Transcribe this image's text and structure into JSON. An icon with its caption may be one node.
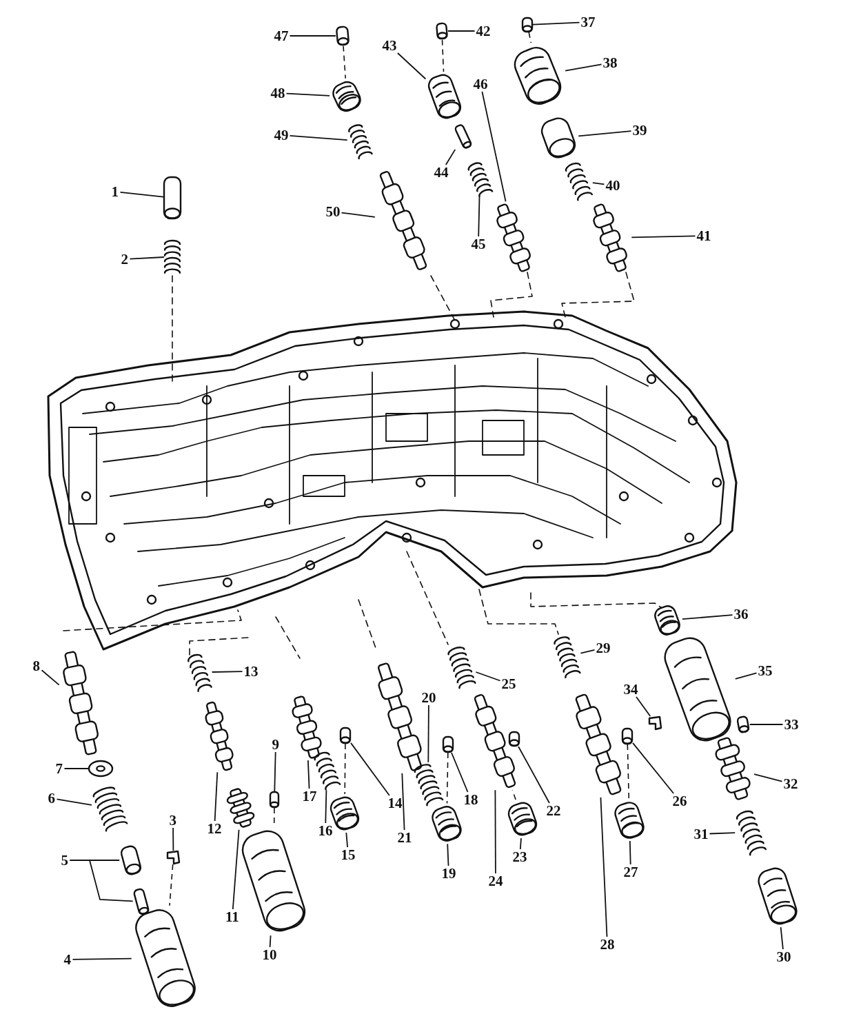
{
  "diagram": {
    "nodes": [
      {
        "text": [
          "1"
        ]
      },
      {
        "text": [
          "2"
        ]
      },
      {
        "text": [
          "3"
        ]
      },
      {
        "text": [
          "4"
        ]
      },
      {
        "text": [
          "5"
        ]
      },
      {
        "text": [
          "6"
        ]
      },
      {
        "text": [
          "7"
        ]
      },
      {
        "text": [
          "8"
        ]
      },
      {
        "text": [
          "9"
        ]
      },
      {
        "text": [
          "10"
        ]
      },
      {
        "text": [
          "11"
        ]
      },
      {
        "text": [
          "12"
        ]
      },
      {
        "text": [
          "13"
        ]
      },
      {
        "text": [
          "14"
        ]
      },
      {
        "text": [
          "15"
        ]
      },
      {
        "text": [
          "16"
        ]
      },
      {
        "text": [
          "17"
        ]
      },
      {
        "text": [
          "18"
        ]
      },
      {
        "text": [
          "19"
        ]
      },
      {
        "text": [
          "20"
        ]
      },
      {
        "text": [
          "21"
        ]
      },
      {
        "text": [
          "22"
        ]
      },
      {
        "text": [
          "23"
        ]
      },
      {
        "text": [
          "24"
        ]
      },
      {
        "text": [
          "25"
        ]
      },
      {
        "text": [
          "26"
        ]
      },
      {
        "text": [
          "27"
        ]
      },
      {
        "text": [
          "28"
        ]
      },
      {
        "text": [
          "29"
        ]
      },
      {
        "text": [
          "30"
        ]
      },
      {
        "text": [
          "31"
        ]
      },
      {
        "text": [
          "32"
        ]
      },
      {
        "text": [
          "33"
        ]
      },
      {
        "text": [
          "34"
        ]
      },
      {
        "text": [
          "35"
        ]
      },
      {
        "text": [
          "36"
        ]
      },
      {
        "text": [
          "37"
        ]
      },
      {
        "text": [
          "38"
        ]
      },
      {
        "text": [
          "39"
        ]
      },
      {
        "text": [
          "40"
        ]
      },
      {
        "text": [
          "41"
        ]
      },
      {
        "text": [
          "42"
        ]
      },
      {
        "text": [
          "43"
        ]
      },
      {
        "text": [
          "44"
        ]
      },
      {
        "text": [
          "45"
        ]
      },
      {
        "text": [
          "46"
        ]
      },
      {
        "text": [
          "47"
        ]
      },
      {
        "text": [
          "48"
        ]
      },
      {
        "text": [
          "49"
        ]
      },
      {
        "text": [
          "50"
        ]
      },
      {
        "text": [],
        "shape": "picture"
      },
      {
        "text": [],
        "shape": "picture"
      },
      {
        "text": [],
        "shape": "picture"
      },
      {
        "text": [],
        "shape": "picture"
      },
      {
        "text": [],
        "shape": "picture"
      },
      {
        "text": [],
        "shape": "picture"
      },
      {
        "text": [],
        "shape": "picture"
      },
      {
        "text": [],
        "shape": "picture"
      },
      {
        "text": [],
        "shape": "picture"
      },
      {
        "text": [],
        "shape": "picture"
      },
      {
        "text": [],
        "shape": "picture"
      },
      {
        "text": [],
        "shape": "picture"
      },
      {
        "text": [],
        "shape": "picture"
      },
      {
        "text": [],
        "shape": "picture"
      },
      {
        "text": [],
        "shape": "picture"
      },
      {
        "text": [],
        "shape": "picture"
      },
      {
        "text": [],
        "shape": "picture"
      },
      {
        "text": [],
        "shape": "picture"
      },
      {
        "text": [],
        "shape": "picture"
      },
      {
        "text": [],
        "shape": "picture"
      },
      {
        "text": [],
        "shape": "picture"
      },
      {
        "text": [],
        "shape": "picture"
      },
      {
        "text": [],
        "shape": "picture"
      },
      {
        "text": [],
        "shape": "picture"
      },
      {
        "text": [],
        "shape": "picture"
      },
      {
        "text": [],
        "shape": "picture"
      },
      {
        "text": [],
        "shape": "picture"
      },
      {
        "text": [],
        "shape": "picture"
      },
      {
        "text": [],
        "shape": "picture"
      },
      {
        "text": [],
        "shape": "picture"
      },
      {
        "text": [],
        "shape": "picture"
      },
      {
        "text": [],
        "shape": "picture"
      },
      {
        "text": [],
        "shape": "picture"
      },
      {
        "text": [],
        "shape": "picture"
      },
      {
        "text": [],
        "shape": "picture"
      },
      {
        "text": [],
        "shape": "picture"
      },
      {
        "text": [],
        "shape": "picture"
      },
      {
        "text": [],
        "shape": "picture"
      },
      {
        "text": [],
        "shape": "picture"
      },
      {
        "text": [],
        "shape": "picture"
      },
      {
        "text": [],
        "shape": "picture"
      },
      {
        "text": [],
        "shape": "picture"
      },
      {
        "text": [],
        "shape": "picture"
      },
      {
        "text": [],
        "shape": "picture"
      },
      {
        "text": [],
        "shape": "picture"
      },
      {
        "text": [],
        "shape": "picture"
      },
      {
        "text": [],
        "shape": "picture"
      },
      {
        "text": [],
        "shape": "picture"
      },
      {
        "text": [],
        "shape": "picture"
      },
      {
        "text": [],
        "shape": "picture"
      },
      {
        "text": [],
        "shape": "picture"
      }
    ],
    "edges": [
      {
        "from": 0,
        "to": 50,
        "arrow": "none"
      },
      {
        "from": 1,
        "to": 51,
        "arrow": "none"
      },
      {
        "from": 2,
        "to": 52,
        "arrow": "none"
      },
      {
        "from": 3,
        "to": 53,
        "arrow": "none"
      },
      {
        "from": 4,
        "to": 54,
        "arrow": "none"
      },
      {
        "from": 4,
        "to": 55,
        "arrow": "none"
      },
      {
        "from": 5,
        "to": 56,
        "arrow": "none"
      },
      {
        "from": 6,
        "to": 57,
        "arrow": "none"
      },
      {
        "from": 7,
        "to": 58,
        "arrow": "none"
      },
      {
        "from": 8,
        "to": 59,
        "arrow": "none"
      },
      {
        "from": 9,
        "to": 60,
        "arrow": "none"
      },
      {
        "from": 10,
        "to": 61,
        "arrow": "none"
      },
      {
        "from": 11,
        "to": 62,
        "arrow": "none"
      },
      {
        "from": 12,
        "to": 63,
        "arrow": "none"
      },
      {
        "from": 13,
        "to": 64,
        "arrow": "none"
      },
      {
        "from": 14,
        "to": 65,
        "arrow": "none"
      },
      {
        "from": 15,
        "to": 66,
        "arrow": "none"
      },
      {
        "from": 16,
        "to": 67,
        "arrow": "none"
      },
      {
        "from": 17,
        "to": 68,
        "arrow": "none"
      },
      {
        "from": 18,
        "to": 69,
        "arrow": "none"
      },
      {
        "from": 19,
        "to": 70,
        "arrow": "none"
      },
      {
        "from": 20,
        "to": 71,
        "arrow": "none"
      },
      {
        "from": 21,
        "to": 72,
        "arrow": "none"
      },
      {
        "from": 22,
        "to": 73,
        "arrow": "none"
      },
      {
        "from": 23,
        "to": 74,
        "arrow": "none"
      },
      {
        "from": 24,
        "to": 75,
        "arrow": "none"
      },
      {
        "from": 25,
        "to": 76,
        "arrow": "none"
      },
      {
        "from": 26,
        "to": 77,
        "arrow": "none"
      },
      {
        "from": 27,
        "to": 78,
        "arrow": "none"
      },
      {
        "from": 28,
        "to": 79,
        "arrow": "none"
      },
      {
        "from": 29,
        "to": 80,
        "arrow": "none"
      },
      {
        "from": 30,
        "to": 81,
        "arrow": "none"
      },
      {
        "from": 31,
        "to": 82,
        "arrow": "none"
      },
      {
        "from": 32,
        "to": 83,
        "arrow": "none"
      },
      {
        "from": 33,
        "to": 84,
        "arrow": "none"
      },
      {
        "from": 34,
        "to": 85,
        "arrow": "none"
      },
      {
        "from": 35,
        "to": 86,
        "arrow": "none"
      },
      {
        "from": 36,
        "to": 87,
        "arrow": "none"
      },
      {
        "from": 37,
        "to": 88,
        "arrow": "none"
      },
      {
        "from": 38,
        "to": 89,
        "arrow": "none"
      },
      {
        "from": 39,
        "to": 90,
        "arrow": "none"
      },
      {
        "from": 40,
        "to": 91,
        "arrow": "none"
      },
      {
        "from": 41,
        "to": 92,
        "arrow": "none"
      },
      {
        "from": 42,
        "to": 93,
        "arrow": "none"
      },
      {
        "from": 43,
        "to": 94,
        "arrow": "none"
      },
      {
        "from": 44,
        "to": 95,
        "arrow": "none"
      },
      {
        "from": 45,
        "to": 96,
        "arrow": "none"
      },
      {
        "from": 46,
        "to": 97,
        "arrow": "none"
      },
      {
        "from": 47,
        "to": 98,
        "arrow": "none"
      },
      {
        "from": 48,
        "to": 99,
        "arrow": "none"
      },
      {
        "from": 49,
        "to": 100,
        "arrow": "none"
      },
      {
        "from": 52,
        "to": 53,
        "arrow": "none",
        "style": "dashed"
      },
      {
        "from": 59,
        "to": 60,
        "arrow": "none",
        "style": "dashed"
      },
      {
        "from": 64,
        "to": 65,
        "arrow": "none",
        "style": "dashed"
      },
      {
        "from": 68,
        "to": 69,
        "arrow": "none",
        "style": "dashed"
      },
      {
        "from": 73,
        "to": 74,
        "arrow": "none",
        "style": "dashed"
      },
      {
        "from": 76,
        "to": 77,
        "arrow": "none",
        "style": "dashed"
      },
      {
        "from": 87,
        "to": 88,
        "arrow": "none",
        "style": "dashed"
      },
      {
        "from": 92,
        "to": 93,
        "arrow": "none",
        "style": "dashed"
      },
      {
        "from": 97,
        "to": 98,
        "arrow": "none",
        "style": "dashed"
      }
    ]
  }
}
